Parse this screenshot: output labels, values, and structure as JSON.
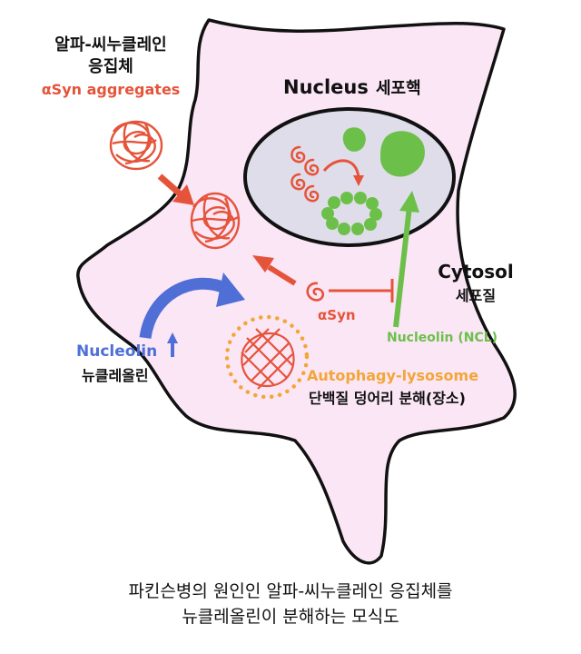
{
  "labels": {
    "asyn_aggregates_ko_line1": "알파-씨누클레인",
    "asyn_aggregates_ko_line2": "응집체",
    "asyn_aggregates_en": "αSyn aggregates",
    "nucleus_en": "Nucleus",
    "nucleus_ko": "세포핵",
    "cytosol_en": "Cytosol",
    "cytosol_ko": "세포질",
    "asyn": "αSyn",
    "nucleolin_ncl": "Nucleolin (NCL)",
    "nucleolin_up_en": "Nucleolin",
    "nucleolin_up_ko": "뉴클레올린",
    "autophagy_en": "Autophagy-lysosome",
    "autophagy_ko": "단백질 덩어리 분해(장소)"
  },
  "caption": {
    "line1": "파킨슨병의 원인인 알파-씨누클레인 응집체를",
    "line2": "뉴클레올린이 분해하는 모식도"
  },
  "colors": {
    "cell_fill": "#fbe6f6",
    "nucleus_fill": "#dfdde9",
    "asyn_red": "#e5543a",
    "nucleolin_green": "#6cc04a",
    "nucleolin_blue": "#4f6fd6",
    "autophagy_orange": "#f3a637"
  },
  "icons": [
    "up-arrow-icon"
  ]
}
